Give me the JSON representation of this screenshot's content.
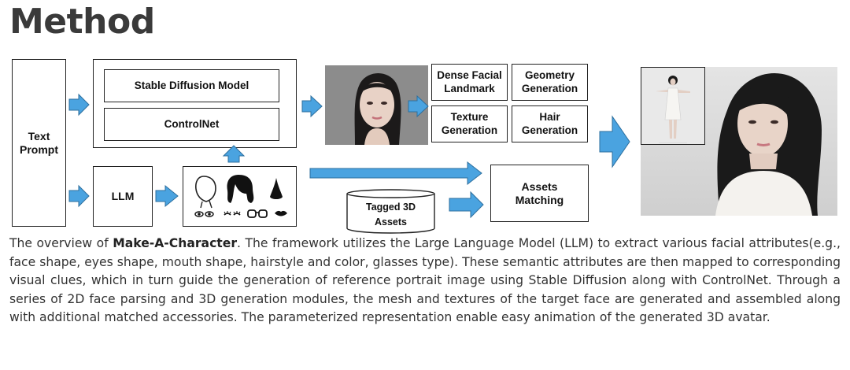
{
  "title": "Method",
  "diagram": {
    "text_prompt": "Text Prompt",
    "stable_diffusion": "Stable Diffusion Model",
    "controlnet": "ControlNet",
    "llm": "LLM",
    "dense_facial_landmark": "Dense Facial Landmark",
    "geometry_generation": "Geometry Generation",
    "texture_generation": "Texture Generation",
    "hair_generation": "Hair Generation",
    "assets_matching": "Assets Matching",
    "tagged_assets": "Tagged 3D Assets"
  },
  "caption": {
    "prefix": "The overview of ",
    "highlight": "Make-A-Character",
    "body": ". The framework utilizes the Large Language Model (LLM) to extract various facial attributes(e.g., face shape, eyes shape, mouth shape, hairstyle and color, glasses type). These semantic attributes are then mapped to corresponding visual clues, which in turn guide the generation of reference portrait image using Stable Diffusion along with ControlNet. Through a series of 2D face parsing and 3D generation modules, the mesh and textures of the target face are generated and assembled along with additional matched accessories. The parameterized representation enable easy animation of the generated 3D avatar."
  },
  "colors": {
    "arrow_fill": "#4aa3e0",
    "arrow_stroke": "#2d6f9e",
    "title": "#3a3a3a"
  }
}
